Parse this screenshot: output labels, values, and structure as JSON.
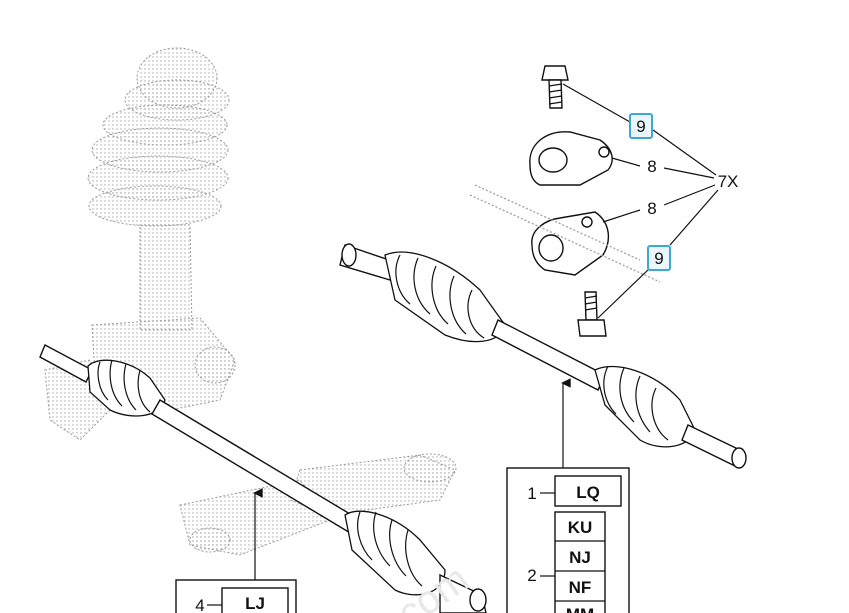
{
  "callouts": {
    "item9_top": "9",
    "item9_bottom": "9",
    "item8_top": "8",
    "item8_bottom": "8",
    "qty_7x": "7X"
  },
  "right_shaft_box": {
    "rows": [
      {
        "index": "1",
        "codes": [
          "LQ"
        ]
      },
      {
        "index": "2",
        "codes": [
          "KU",
          "NJ",
          "NF",
          "MM"
        ]
      }
    ]
  },
  "left_shaft_box": {
    "rows": [
      {
        "index": "4",
        "codes": [
          "LJ"
        ]
      }
    ]
  },
  "watermark": ".com",
  "colors": {
    "highlight_border": "#3fa7d6",
    "line": "#111111",
    "ghost": "#9a9a9a"
  }
}
